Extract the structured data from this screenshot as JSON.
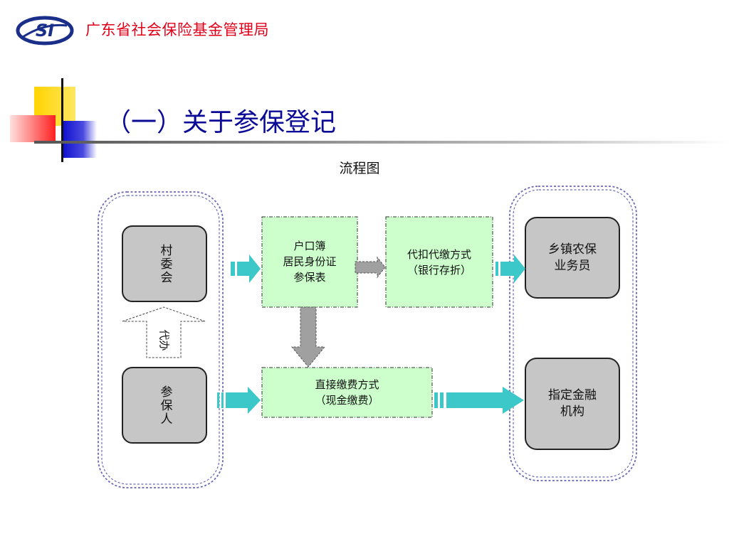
{
  "header": {
    "org_name": "广东省社会保险基金管理局",
    "logo_icon": "si-swoosh-logo-icon",
    "logo_color": "#1a2f8a"
  },
  "section_title": "（一）关于参保登记",
  "diagram": {
    "caption": "流程图",
    "nodes": {
      "village": "村委会",
      "insured": "参保人",
      "documents": "户口簿\n居民身份证\n参保表",
      "bank_deduction": "代扣代缴方式\n（银行存折）",
      "cash_payment": "直接缴费方式\n（现金缴费）",
      "town_officer": "乡镇农保\n业务员",
      "bank": "指定金融\n机构"
    },
    "proxy_label": "代办"
  },
  "colors": {
    "title_blue": "#0a0a96",
    "org_red": "#e1001a",
    "node_gray": "#c6c6c6",
    "node_green": "#ccffcc",
    "arrow_teal": "#3cc8c8",
    "arrow_gray": "#a0a0a0",
    "group_border": "#6a6ab4"
  }
}
